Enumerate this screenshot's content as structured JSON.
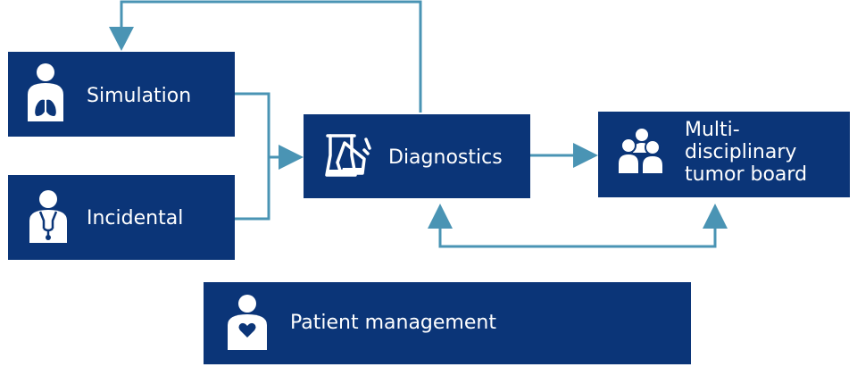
{
  "boxes": {
    "simulation": "Simulation",
    "incidental": "Incidental",
    "diagnostics": "Diagnostics",
    "tumor_board": [
      "Multi-",
      "disciplinary",
      "tumor board"
    ],
    "patient_management": "Patient management"
  },
  "icons": {
    "simulation": "lungs-person-icon",
    "incidental": "doctor-stethoscope-icon",
    "diagnostics": "lab-flask-icon",
    "tumor_board": "group-people-icon",
    "patient_management": "person-heart-icon"
  },
  "colors": {
    "box": "#0b3578",
    "arrow": "#4a94b4",
    "text": "#ffffff"
  }
}
